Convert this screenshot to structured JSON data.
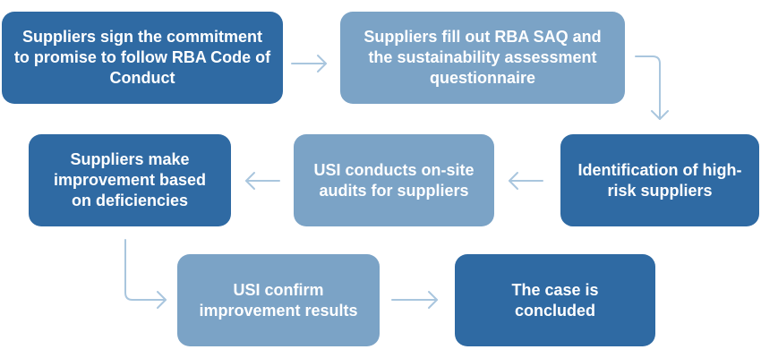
{
  "diagram": {
    "steps": [
      {
        "id": "sign-commitment",
        "label": "Suppliers sign the commitment to promise to follow RBA Code of Conduct",
        "tone": "dark"
      },
      {
        "id": "fill-saq",
        "label": "Suppliers fill out RBA SAQ and the sustainability assessment questionnaire",
        "tone": "light"
      },
      {
        "id": "identify-high-risk",
        "label": "Identification of high-risk suppliers",
        "tone": "dark"
      },
      {
        "id": "onsite-audits",
        "label": "USI conducts on-site audits for suppliers",
        "tone": "light"
      },
      {
        "id": "make-improvement",
        "label": "Suppliers make improvement based on deficiencies",
        "tone": "dark"
      },
      {
        "id": "confirm-results",
        "label": "USI confirm improvement results",
        "tone": "light"
      },
      {
        "id": "case-concluded",
        "label": "The case is concluded",
        "tone": "dark"
      }
    ],
    "connections": [
      {
        "from": "sign-commitment",
        "to": "fill-saq"
      },
      {
        "from": "fill-saq",
        "to": "identify-high-risk"
      },
      {
        "from": "identify-high-risk",
        "to": "onsite-audits"
      },
      {
        "from": "onsite-audits",
        "to": "make-improvement"
      },
      {
        "from": "make-improvement",
        "to": "confirm-results"
      },
      {
        "from": "confirm-results",
        "to": "case-concluded"
      }
    ],
    "colors": {
      "dark_box": "#2f6aa3",
      "light_box": "#7ba3c6",
      "arrow": "#a9c6de",
      "text": "#ffffff"
    }
  }
}
